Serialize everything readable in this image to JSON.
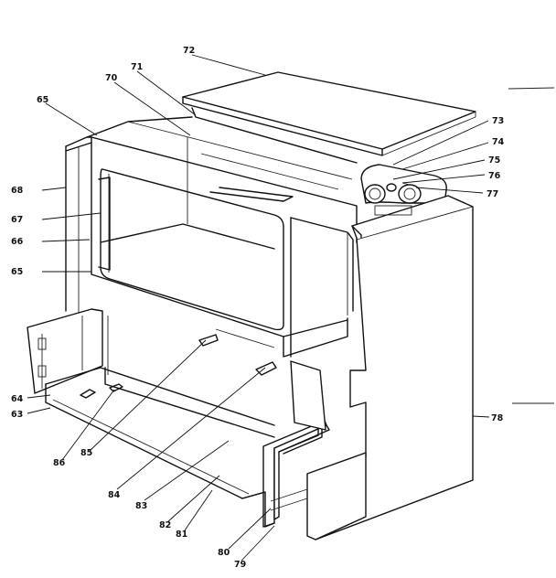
{
  "diagram": {
    "callouts": [
      "72",
      "71",
      "70",
      "65",
      "73",
      "74",
      "75",
      "76",
      "77",
      "68",
      "67",
      "66",
      "65",
      "78",
      "64",
      "63",
      "86",
      "85",
      "84",
      "83",
      "82",
      "81",
      "80",
      "79"
    ]
  }
}
